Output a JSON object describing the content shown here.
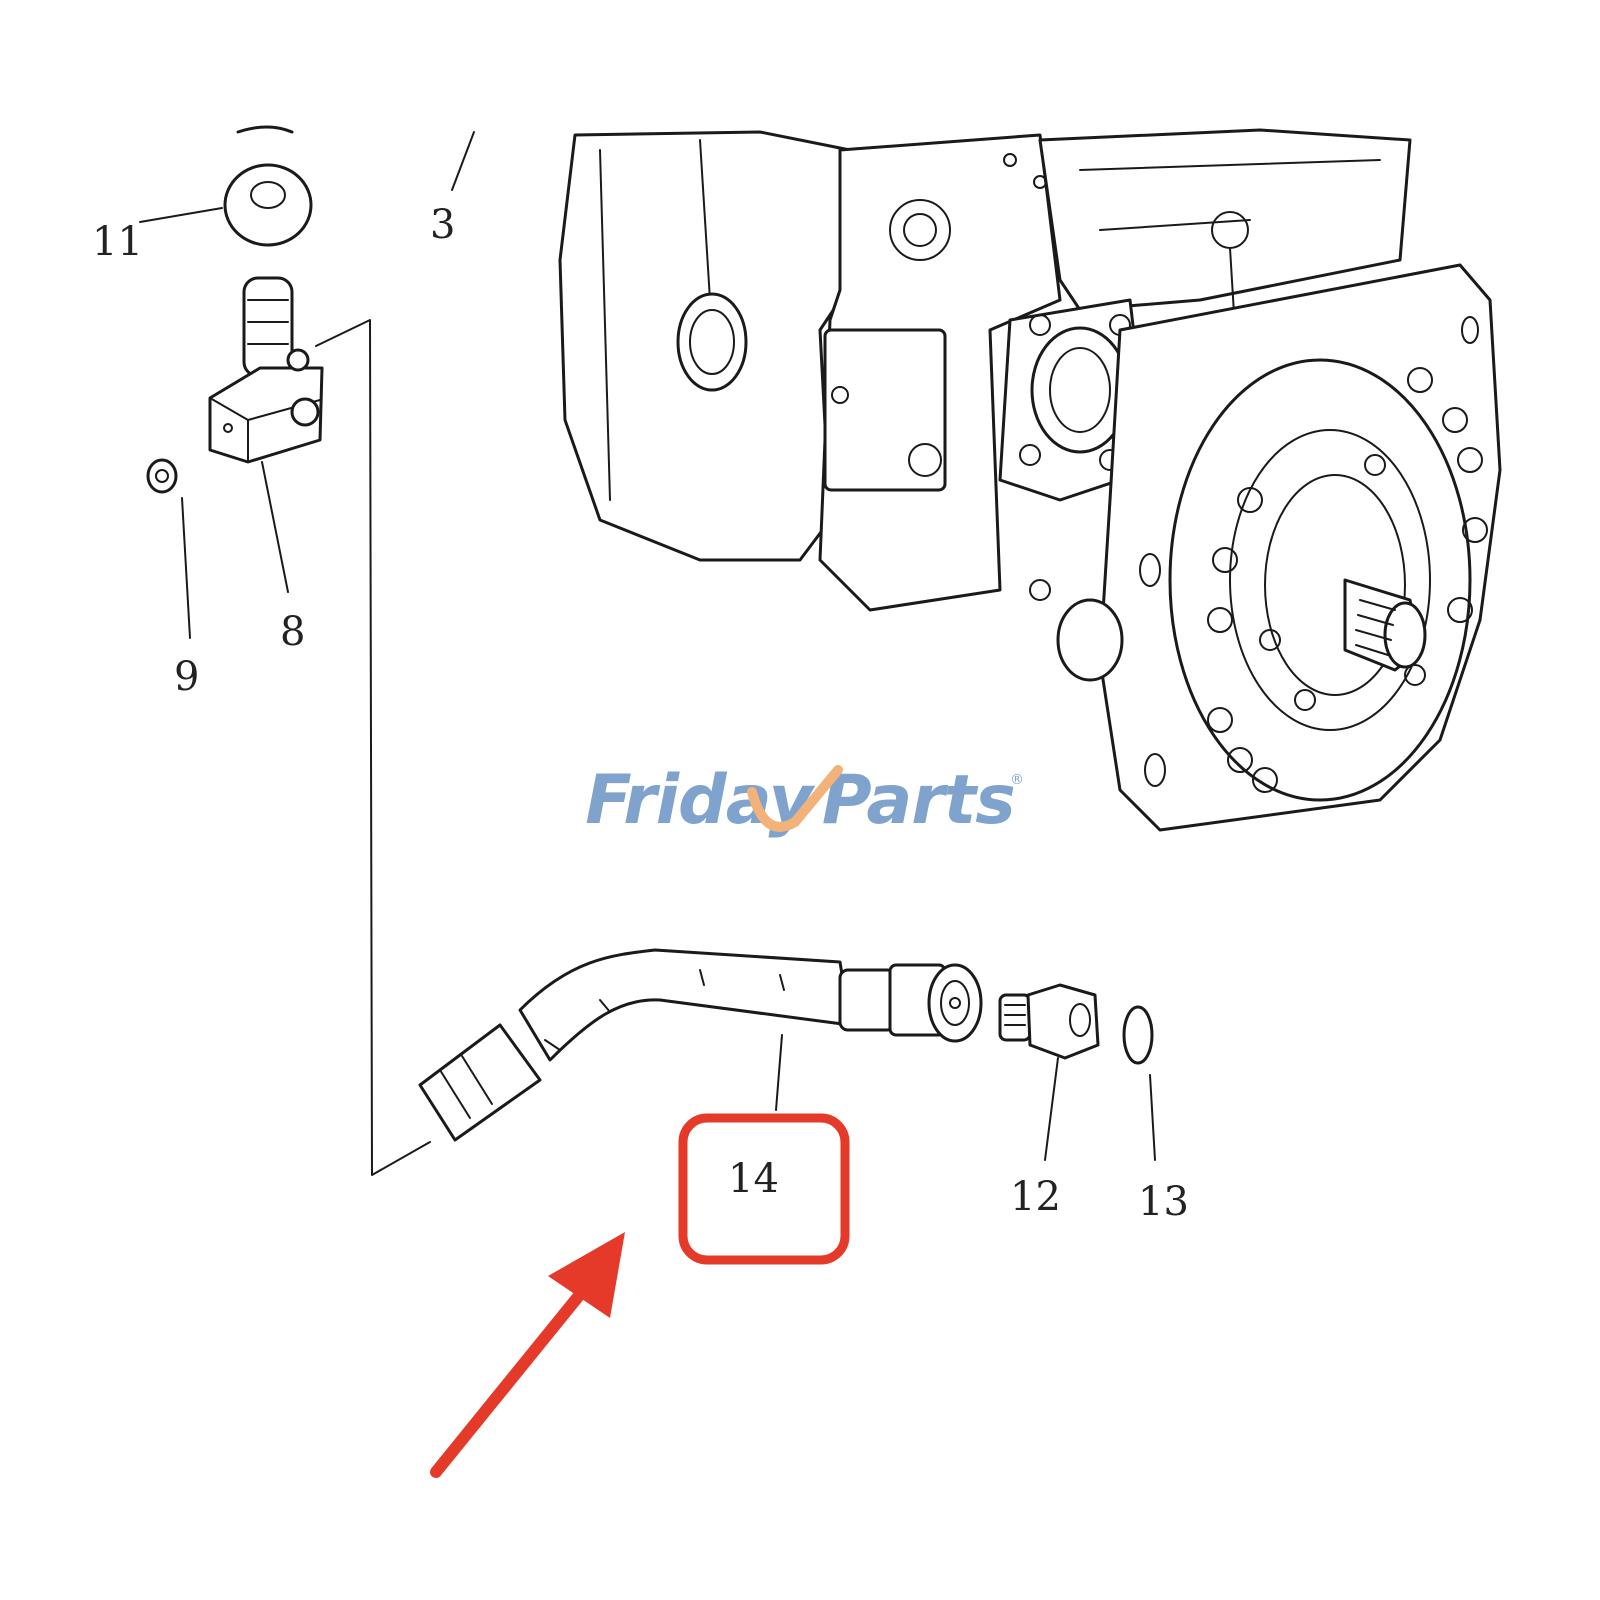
{
  "callouts": {
    "c3": "3",
    "c8": "8",
    "c9": "9",
    "c11": "11",
    "c12": "12",
    "c13": "13",
    "c14": "14"
  },
  "highlight": {
    "part": "14",
    "color": "#e53a2a"
  },
  "watermark": {
    "brand_left": "Friday",
    "brand_right": "Parts",
    "mark": "®",
    "color_text": "#7fa3cc",
    "color_check": "#f2b27a"
  }
}
